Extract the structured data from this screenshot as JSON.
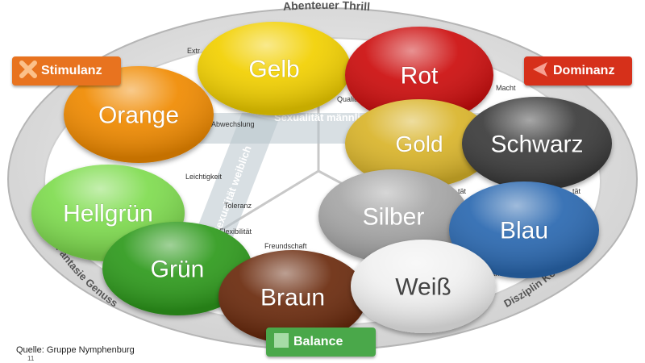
{
  "ring_labels": {
    "top": "Abenteuer Thrill",
    "left": "Fantasie Genuss",
    "right": "Disziplin Kontrolle"
  },
  "band_labels": {
    "horizontal": "Sexualität männlich",
    "diagonal": "Sexualität weiblich"
  },
  "keywords": [
    "Extr",
    "Macht",
    "Abwechslung",
    "Leichtigkeit",
    "Toleranz",
    "Flexibilität",
    "Freundschaft",
    "Qualität",
    "tät",
    "tät",
    "itkeit"
  ],
  "badges": {
    "stimulanz": {
      "label": "Stimulanz",
      "color": "#e8731f"
    },
    "dominanz": {
      "label": "Dominanz",
      "color": "#d6301a"
    },
    "balance": {
      "label": "Balance",
      "color": "#4aa84a"
    }
  },
  "colors": [
    {
      "label": "Gelb",
      "color": "#f2d000"
    },
    {
      "label": "Rot",
      "color": "#cc1010"
    },
    {
      "label": "Orange",
      "color": "#f08a00"
    },
    {
      "label": "Gold",
      "color": "#d9b42a"
    },
    {
      "label": "Schwarz",
      "color": "#3a3a3a"
    },
    {
      "label": "Hellgrün",
      "color": "#7fdc4f"
    },
    {
      "label": "Silber",
      "color": "#a6a6a6"
    },
    {
      "label": "Blau",
      "color": "#2a67b0"
    },
    {
      "label": "Grün",
      "color": "#2e9a1c"
    },
    {
      "label": "Braun",
      "color": "#6a2c10"
    },
    {
      "label": "Weiß",
      "color": "#f0f0f0"
    }
  ],
  "source": "Quelle: Gruppe Nymphenburg",
  "page_number": "11"
}
